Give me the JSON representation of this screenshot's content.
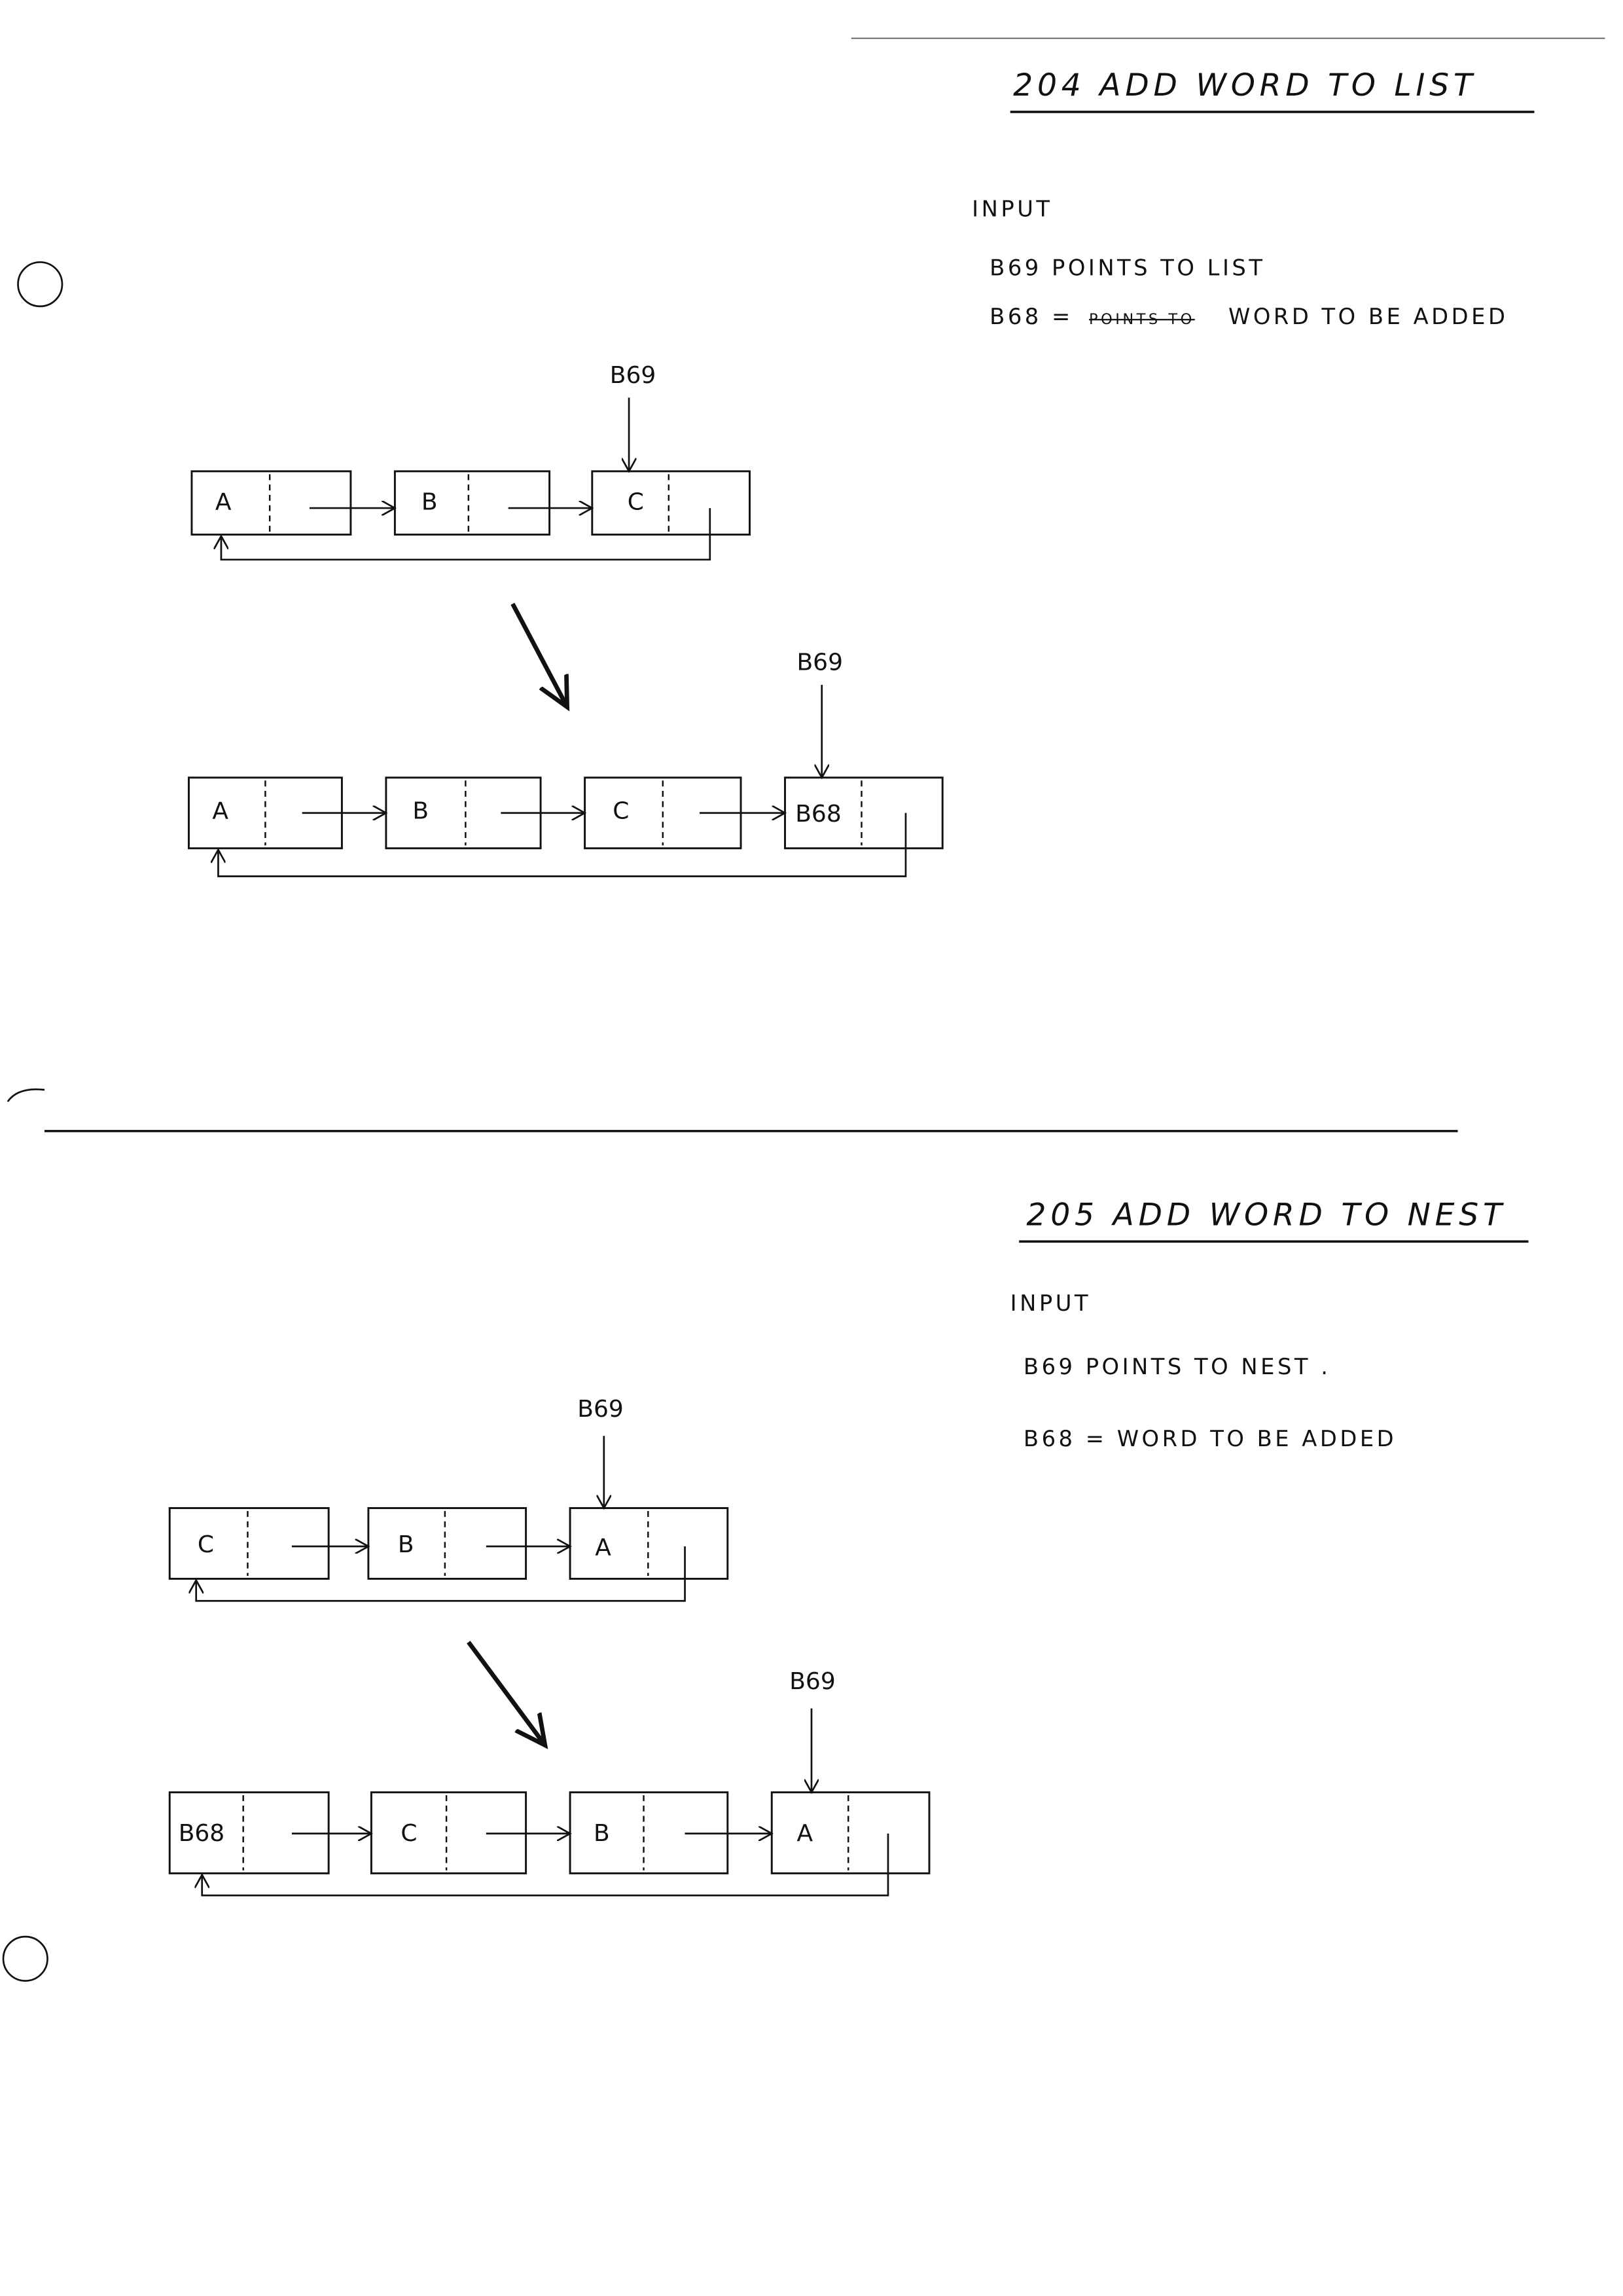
{
  "section_204": {
    "title": "204   ADD WORD TO LIST",
    "input_label": "INPUT",
    "line1": "B69  POINTS  TO  LIST",
    "line2_prefix": "B68 =",
    "line2_struck": "POINTS  TO",
    "line2_rest": "WORD  TO BE  ADDED",
    "before": {
      "pointer": "B69",
      "nodes": [
        "A",
        "B",
        "C"
      ]
    },
    "after": {
      "pointer": "B69",
      "nodes": [
        "A",
        "B",
        "C",
        "B68"
      ]
    }
  },
  "section_205": {
    "title": "205   ADD WORD TO NEST",
    "input_label": "INPUT",
    "line1": "B69  POINTS  TO  NEST .",
    "line2": "B68 =  WORD TO BE ADDED",
    "before": {
      "pointer": "B69",
      "nodes": [
        "C",
        "B",
        "A"
      ]
    },
    "after": {
      "pointer": "B69",
      "nodes": [
        "B68",
        "C",
        "B",
        "A"
      ]
    }
  }
}
